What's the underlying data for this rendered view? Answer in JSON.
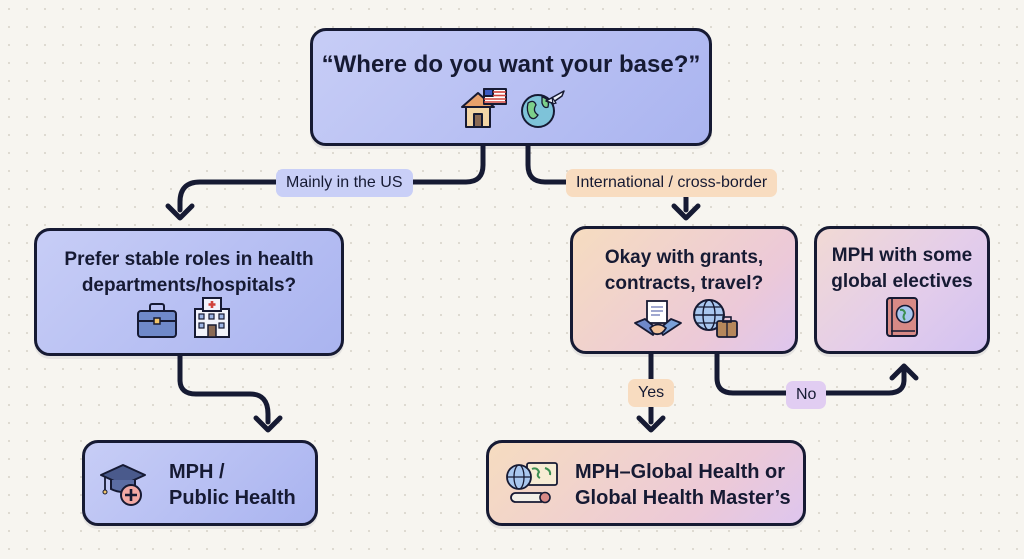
{
  "root": {
    "question": "“Where do you want your base?”",
    "icons": [
      "house-us-flag-icon",
      "globe-airplane-icon"
    ]
  },
  "branches": {
    "us": {
      "label": "Mainly in the US"
    },
    "intl": {
      "label": "International / cross-border"
    }
  },
  "nodes": {
    "us_question": {
      "line1": "Prefer stable roles in health",
      "line2": "departments/hospitals?",
      "icons": [
        "briefcase-icon",
        "hospital-icon"
      ]
    },
    "intl_question": {
      "line1": "Okay with grants,",
      "line2": "contracts, travel?",
      "icons": [
        "handshake-contract-icon",
        "globe-luggage-icon"
      ]
    },
    "mph_global_electives": {
      "line1": "MPH with some",
      "line2": "global electives",
      "icons": [
        "globe-book-icon"
      ]
    },
    "mph_public_health": {
      "line1": "MPH /",
      "line2": "Public Health",
      "icons": [
        "graduation-cap-medical-icon"
      ]
    },
    "mph_global_health": {
      "line1": "MPH–Global Health or",
      "line2": "Global Health Master’s",
      "icons": [
        "globe-map-diploma-icon"
      ]
    }
  },
  "edges": {
    "yes": "Yes",
    "no": "No"
  },
  "colors": {
    "outline": "#161a33",
    "blue_fill": "#b3bcf2",
    "warm_fill": "#f2d3c6",
    "lilac_fill": "#dfcbed",
    "tag_blue": "#c9cff7",
    "tag_peach": "#f8dcc0",
    "tag_lilac": "#e1cdf2"
  }
}
